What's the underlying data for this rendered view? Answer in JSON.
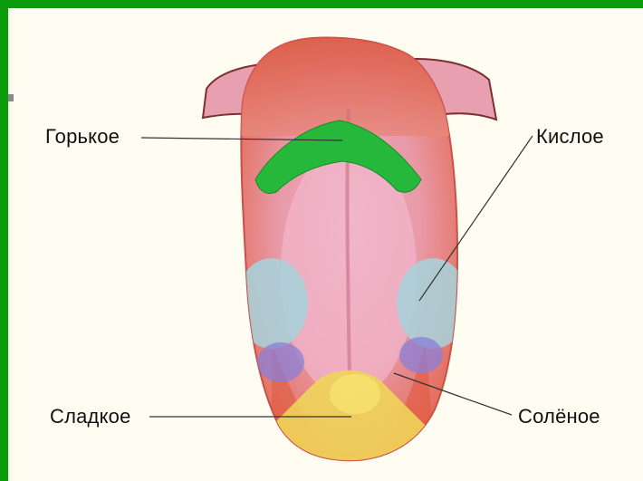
{
  "diagram": {
    "labels": {
      "bitter": "Горькое",
      "sour": "Кислое",
      "sweet": "Сладкое",
      "salty": "Солёное"
    },
    "colors": {
      "tongue": "#e9867a",
      "tongue_center": "#e6a0b8",
      "bitter_zone": "#25b83a",
      "sour_zone": "#9fd0d8",
      "sweet_zone": "#f0d860",
      "salty_zone": "#8a7fd8",
      "frame": "#0a9a0a",
      "background": "#fffcf1"
    }
  }
}
